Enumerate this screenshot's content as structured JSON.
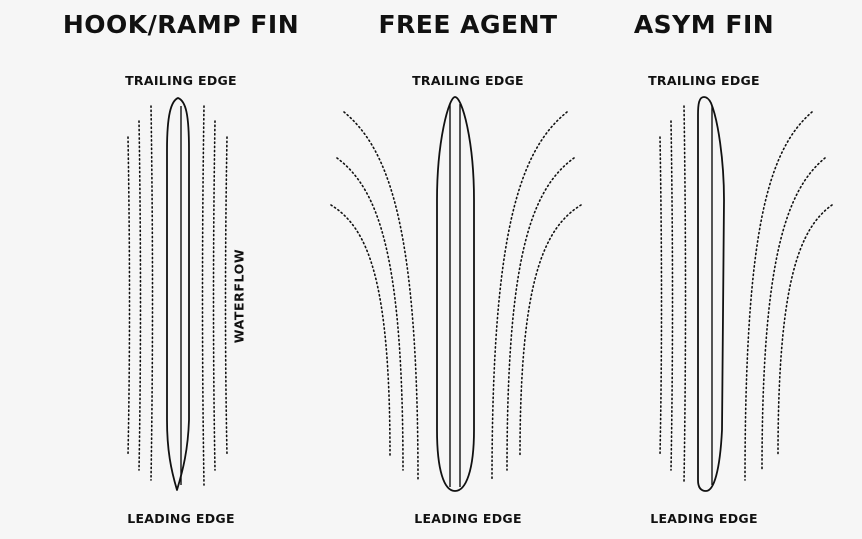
{
  "panels": [
    {
      "id": "hook-ramp",
      "title": "HOOK/RAMP FIN",
      "top_label": "TRAILING EDGE",
      "bottom_label": "LEADING EDGE"
    },
    {
      "id": "free-agent",
      "title": "FREE AGENT",
      "top_label": "TRAILING EDGE",
      "bottom_label": "LEADING EDGE"
    },
    {
      "id": "asym",
      "title": "ASYM FIN",
      "top_label": "TRAILING EDGE",
      "bottom_label": "LEADING EDGE"
    }
  ],
  "flow_label": "WATERFLOW",
  "colors": {
    "background": "#f6f6f6",
    "ink": "#111111"
  }
}
